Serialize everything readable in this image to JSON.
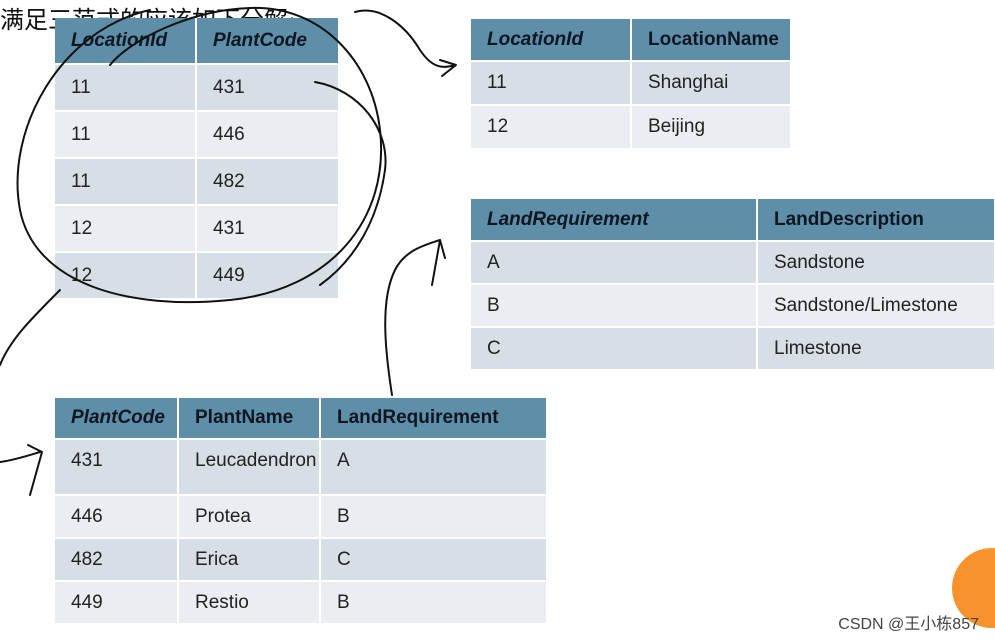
{
  "caption": "满足三范式的应该如下分解:",
  "table_location_plant": {
    "headers": [
      "LocationId",
      "PlantCode"
    ],
    "rows": [
      [
        "11",
        "431"
      ],
      [
        "11",
        "446"
      ],
      [
        "11",
        "482"
      ],
      [
        "12",
        "431"
      ],
      [
        "12",
        "449"
      ]
    ]
  },
  "table_location": {
    "headers": [
      "LocationId",
      "LocationName"
    ],
    "rows": [
      [
        "11",
        "Shanghai"
      ],
      [
        "12",
        "Beijing"
      ]
    ]
  },
  "table_land": {
    "headers": [
      "LandRequirement",
      "LandDescription"
    ],
    "rows": [
      [
        "A",
        "Sandstone"
      ],
      [
        "B",
        "Sandstone/Limestone"
      ],
      [
        "C",
        "Limestone"
      ]
    ]
  },
  "table_plant": {
    "headers": [
      "PlantCode",
      "PlantName",
      "LandRequirement"
    ],
    "rows": [
      [
        "431",
        "Leucadendron",
        "A"
      ],
      [
        "446",
        "Protea",
        "B"
      ],
      [
        "482",
        "Erica",
        "C"
      ],
      [
        "449",
        "Restio",
        "B"
      ]
    ]
  },
  "watermark": "CSDN @王小栋857",
  "colors": {
    "header": "#5e8ea8",
    "row_odd": "#d7dee6",
    "row_even": "#eaeef2",
    "ink": "#111111",
    "accent_circle": "#f7922c"
  }
}
